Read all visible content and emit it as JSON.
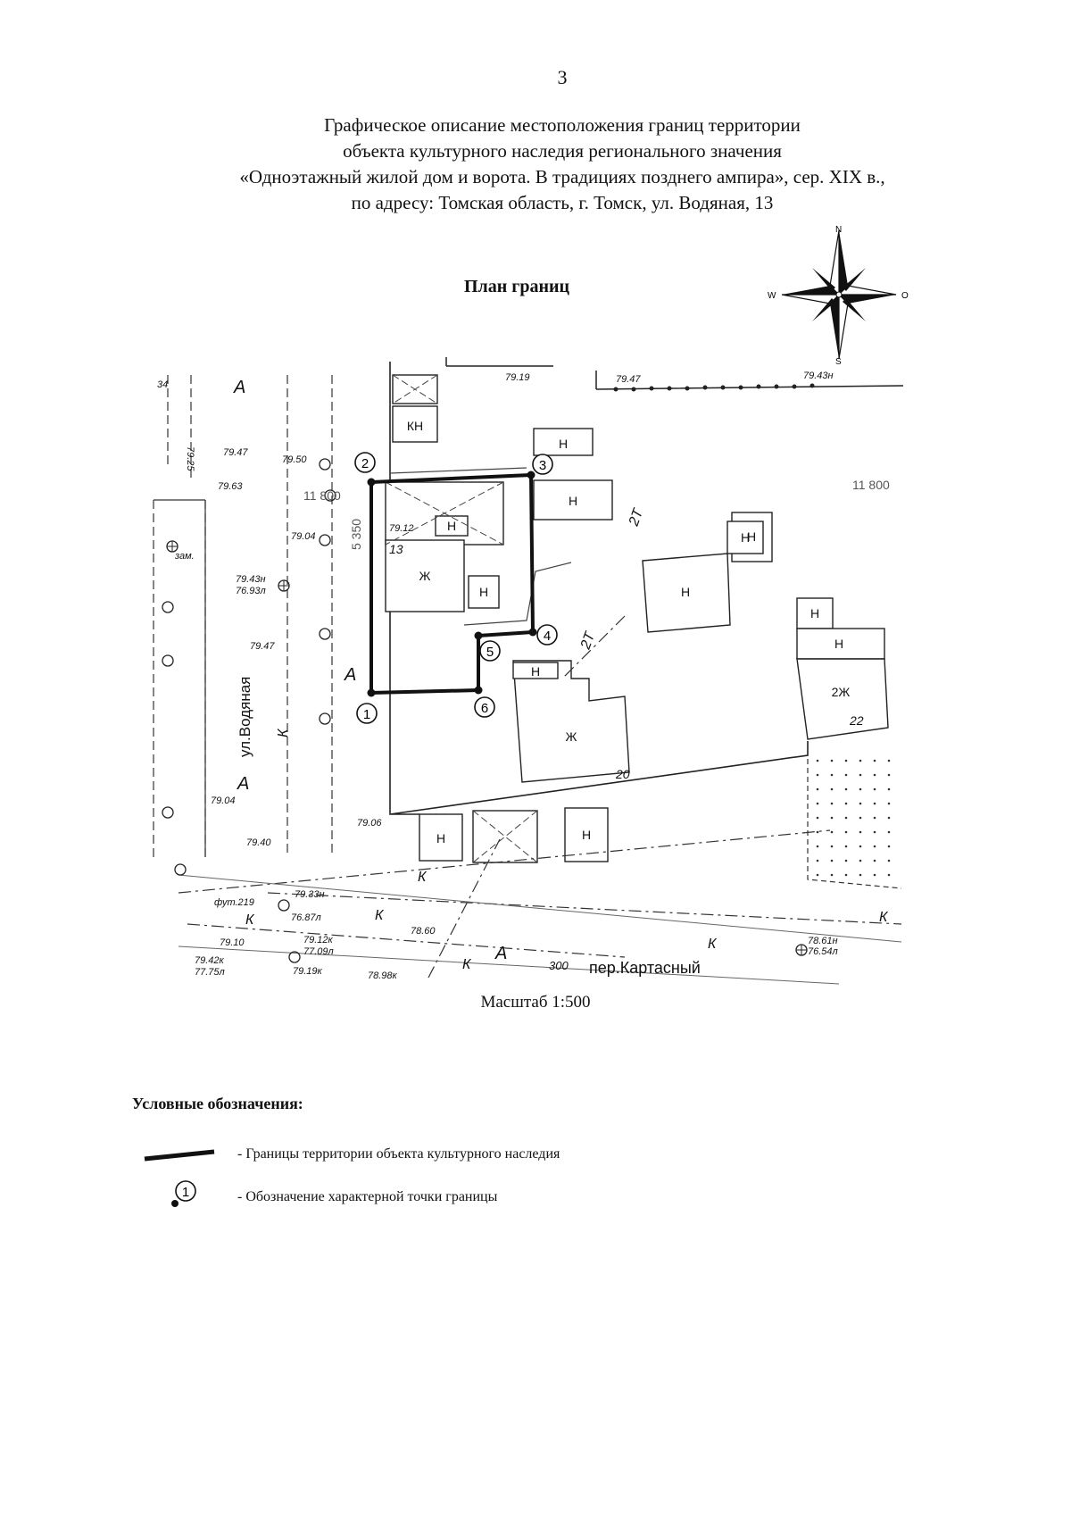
{
  "page_number": "3",
  "title": {
    "line1": "Графическое описание местоположения границ территории",
    "line2": "объекта культурного наследия регионального значения",
    "line3": "«Одноэтажный жилой дом и ворота. В традициях позднего ампира», сер. XIX в.,",
    "line4": "по адресу: Томская область, г. Томск, ул. Водяная, 13"
  },
  "plan_heading": "План границ",
  "compass": {
    "north": "N",
    "south": "S",
    "west": "W",
    "east": "O"
  },
  "map": {
    "street_labels": {
      "vodyanaya": "ул.Водяная",
      "kartasny": "пер.Картасный"
    },
    "boundary_points": [
      "1",
      "2",
      "3",
      "4",
      "5",
      "6"
    ],
    "building_labels": {
      "kn": "КН",
      "h1": "Н",
      "h2": "Н",
      "h3": "Н",
      "h4": "Н",
      "h5": "Н",
      "h6": "Н",
      "h7": "Н",
      "h8": "Н",
      "h9": "Н",
      "h10": "Н",
      "h11": "Н",
      "h12": "Н",
      "zh1": "Ж",
      "zh2": "Ж",
      "zh3": "2Ж"
    },
    "house_numbers": {
      "n13": "13",
      "n20": "20",
      "n22": "22"
    },
    "area_labels": {
      "a1": "А",
      "a2": "А",
      "a3": "А",
      "a4": "А"
    },
    "network_labels": {
      "k1": "К",
      "k2": "К",
      "k3": "К",
      "k4": "К",
      "k5": "К",
      "k6": "К",
      "k7": "К",
      "t1": "2Т",
      "t2": "2Т"
    },
    "grid_labels": {
      "g1": "11 800",
      "g2": "11 800",
      "g3": "5 350"
    },
    "elevations": {
      "e1": "79.19",
      "e2": "79.47",
      "e3": "79.43н",
      "e4": "79.47",
      "e5": "79.63",
      "e6": "79.50",
      "e7": "79.04",
      "e8": "79.12",
      "e9": "79.43н",
      "e10": "76.93л",
      "e11": "79.47",
      "e12": "79.04",
      "e13": "79.40",
      "e14": "79.06",
      "e15": "79.33н",
      "e16": "76.87л",
      "e17": "79.10",
      "e18": "79.12к",
      "e19": "77.09л",
      "e20": "79.42к",
      "e21": "77.75л",
      "e22": "79.19к",
      "e23": "78.98к",
      "e24": "78.60",
      "e25": "78.61н",
      "e26": "76.54л",
      "e27": "79.25"
    },
    "misc_labels": {
      "fut": "фут.219",
      "num300": "300",
      "zam": "зам.",
      "wall": "34"
    }
  },
  "scale": "Масштаб 1:500",
  "legend": {
    "title": "Условные обозначения:",
    "items": [
      {
        "symbol": "line",
        "text": "- Границы территории объекта культурного наследия"
      },
      {
        "symbol": "point",
        "marker": "1",
        "text": "- Обозначение характерной точки границы"
      }
    ]
  }
}
